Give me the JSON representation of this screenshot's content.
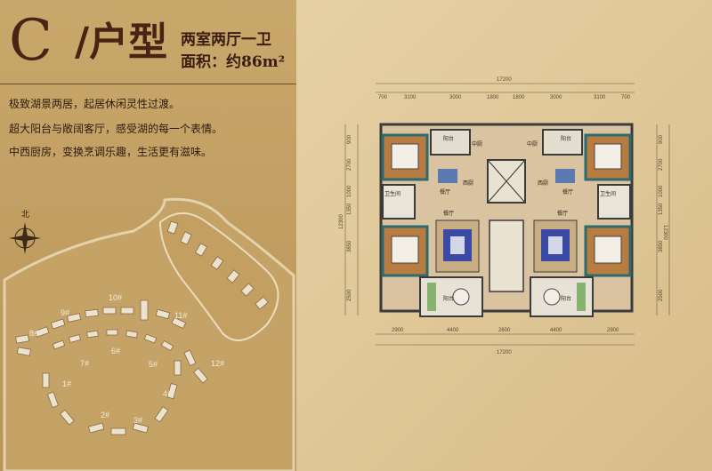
{
  "header": {
    "letter": "C",
    "type_suffix": "/户型",
    "layout": "两室两厅一卫",
    "area": "面积：约86m²"
  },
  "description": [
    "极致湖景两居，起居休闲灵性过渡。",
    "超大阳台与敞阔客厅，感受湖的每一个表情。",
    "中西厨房，变换烹调乐趣，生活更有滋味。"
  ],
  "compass": {
    "label": "北"
  },
  "site_labels": [
    "1#",
    "2#",
    "3#",
    "4#",
    "5#",
    "6#",
    "7#",
    "8#",
    "9#",
    "10#",
    "11#",
    "12#"
  ],
  "floorplan": {
    "total_width": "17200",
    "top_dims": [
      "700",
      "3100",
      "3000",
      "1800",
      "1800",
      "3000",
      "3100",
      "700"
    ],
    "bottom_dims": [
      "2900",
      "4400",
      "2600",
      "4400",
      "2900"
    ],
    "left_dims": [
      "900",
      "2700",
      "1000",
      "1350",
      "3850",
      "2500"
    ],
    "right_dims": [
      "900",
      "2700",
      "1000",
      "1350",
      "3850",
      "2500"
    ],
    "total_height": "12300",
    "rooms": {
      "balcony": "阳台",
      "kitchen_w": "西厨",
      "kitchen_c": "中厨",
      "dining": "餐厅",
      "bath": "卫生间"
    }
  },
  "colors": {
    "dark_brown": "#4b2314",
    "bed_wall": "#2c6b70",
    "living_floor": "#d9c3a0",
    "bed_floor": "#b87b40",
    "balcony_floor": "#e7e2d5",
    "sofa_blue": "#3a4aa5"
  }
}
